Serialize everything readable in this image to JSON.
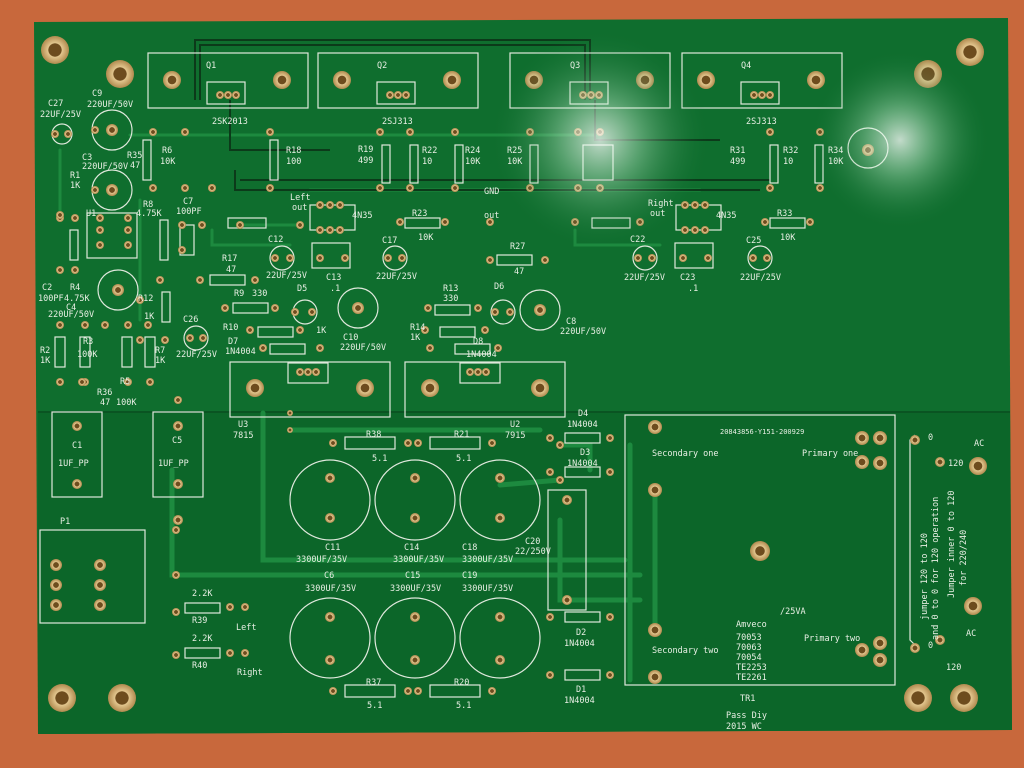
{
  "board": {
    "colors": {
      "background": "#c8683c",
      "board": "#0f6e2e",
      "board_lower": "#0d6a2b",
      "pad": "#caa872",
      "silk": "#e8efe4"
    },
    "texts": {
      "q1": "Q1",
      "q2": "Q2",
      "q3": "Q3",
      "q4": "Q4",
      "sj_a": "2SK2013",
      "sj_b": "2SJ313",
      "sj_c": "2SJ313",
      "c27": "C27",
      "c27v": "22UF/25V",
      "c9": "C9",
      "c9v": "220UF/50V",
      "c3": "C3",
      "c3v": "220UF/50V",
      "r35": "R35",
      "r35v": "47",
      "r6": "R6",
      "r6v": "10K",
      "r18": "R18",
      "r18v": "100",
      "r19": "R19",
      "r19v": "499",
      "r22": "R22",
      "r22v": "10",
      "r24": "R24",
      "r24v": "10K",
      "r25": "R25",
      "r25v": "10K",
      "r31": "R31",
      "r31v": "499",
      "r32": "R32",
      "r32v": "10",
      "r34": "R34",
      "r34v": "10K",
      "r1": "R1",
      "r1v": "1K",
      "c7": "C7",
      "c7v": "100PF",
      "r8": "R8",
      "r8v": "4.75K",
      "u1": "U1",
      "left_out": "Left",
      "left_out2": "out",
      "gnd_out": "GND",
      "gnd_out2": "out",
      "right_out": "Right",
      "right_out2": "out",
      "n4n35a": "4N35",
      "n4n35b": "4N35",
      "r23": "R23",
      "r23v": "10K",
      "r33": "R33",
      "r33v": "10K",
      "c12": "C12",
      "c12v": "22UF/25V",
      "c17": "C17",
      "c17v": "22UF/25V",
      "c22": "C22",
      "c22v": "22UF/25V",
      "c25": "C25",
      "c25v": "22UF/25V",
      "r17": "R17",
      "r17v": "47",
      "r27": "R27",
      "r27v": "47",
      "c13": "C13",
      "c13v": ".1",
      "c23": "C23",
      "c23v": ".1",
      "c2": "C2",
      "c2v": "100PF",
      "r4": "R4",
      "r4v": "4.75K",
      "c4": "C4",
      "c4v": "220UF/50V",
      "r12": "R12",
      "r12v": "1K",
      "r9": "R9",
      "r9v": "330",
      "d5": "D5",
      "r13": "R13",
      "r13v": "330",
      "d6": "D6",
      "r10": "R10",
      "r10v": "1K",
      "r14": "R14",
      "r14v": "1K",
      "c10": "C10",
      "c10v": "220UF/50V",
      "c8": "C8",
      "c8v": "220UF/50V",
      "d7": "D7",
      "d7v": "1N4004",
      "d8": "D8",
      "d8v": "1N4004",
      "c26": "C26",
      "c26v": "22UF/25V",
      "r2": "R2",
      "r2v": "1K",
      "r3": "R3",
      "r3v": "100K",
      "r7": "R7",
      "r7v": "1K",
      "r36": "R36",
      "r36v": "47",
      "r5": "R5",
      "r5v": "100K",
      "u3": "U3",
      "u3v": "7815",
      "u2": "U2",
      "u2v": "7915",
      "c1": "C1",
      "c1v": "1UF_PP",
      "c5": "C5",
      "c5v": "1UF_PP",
      "r38": "R38",
      "r38v": "5.1",
      "r21": "R21",
      "r21v": "5.1",
      "d4": "D4",
      "d4v": "1N4004",
      "d3": "D3",
      "d3v": "1N4004",
      "c11": "C11",
      "c11v": "3300UF/35V",
      "c14": "C14",
      "c14v": "3300UF/35V",
      "c18": "C18",
      "c18v": "3300UF/35V",
      "c20": "C20",
      "c20v": "22/250V",
      "c6": "C6",
      "c6v": "3300UF/35V",
      "c15": "C15",
      "c15v": "3300UF/35V",
      "c19": "C19",
      "c19v": "3300UF/35V",
      "p1": "P1",
      "r39v": "2.2K",
      "r39": "R39",
      "r40v": "2.2K",
      "r40": "R40",
      "left": "Left",
      "right": "Right",
      "d2": "D2",
      "d2v": "1N4004",
      "d1": "D1",
      "d1v": "1N4004",
      "r37": "R37",
      "r37v": "5.1",
      "r20": "R20",
      "r20v": "5.1",
      "tr_code": "20843856-Y151-200929",
      "secondary_one": "Secondary one",
      "primary_one": "Primary one",
      "va": "/25VA",
      "amveco": "Amveco",
      "p70053": "70053",
      "p70063": "70063",
      "p70054": "70054",
      "te2253": "TE2253",
      "te2261": "TE2261",
      "secondary_two": "Secondary two",
      "primary_two": "Primary two",
      "tr1": "TR1",
      "pass1": "Pass Diy",
      "pass2": "2015 WC",
      "zero_a": "0",
      "n120_a": "120",
      "zero_b": "0",
      "n120_b": "120",
      "ac_a": "AC",
      "ac_b": "AC",
      "jumper1": "jumper 120  to 120",
      "jumper2": "and 0 to 0 for 120 operation",
      "jumper3": "Jumper inner 0 to 120",
      "jumper4": "for 220/240",
      "plus": "+"
    }
  }
}
